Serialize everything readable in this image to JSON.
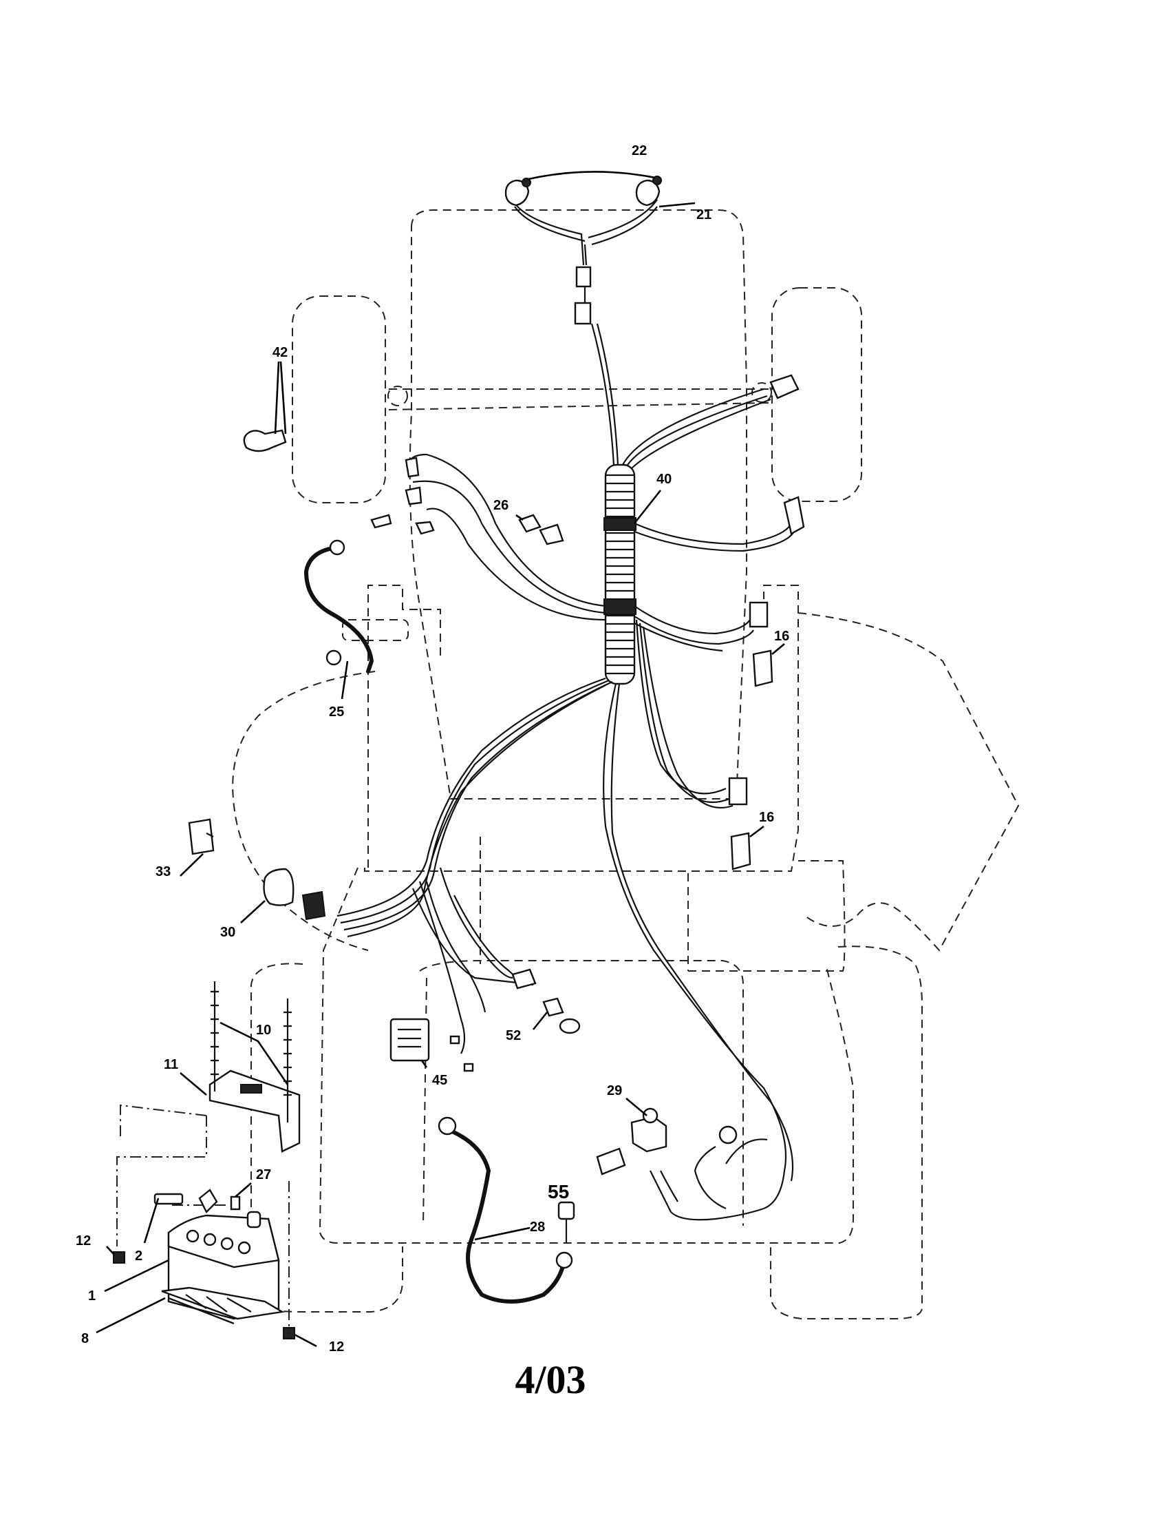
{
  "callouts": {
    "c1": "1",
    "c2": "2",
    "c8": "8",
    "c10": "10",
    "c11": "11",
    "c12a": "12",
    "c12b": "12",
    "c16a": "16",
    "c16b": "16",
    "c21": "21",
    "c22": "22",
    "c25": "25",
    "c26": "26",
    "c27": "27",
    "c28": "28",
    "c29": "29",
    "c30": "30",
    "c33": "33",
    "c40": "40",
    "c42": "42",
    "c45": "45",
    "c52": "52",
    "c55": "55"
  },
  "footer": {
    "code": "4/03"
  }
}
